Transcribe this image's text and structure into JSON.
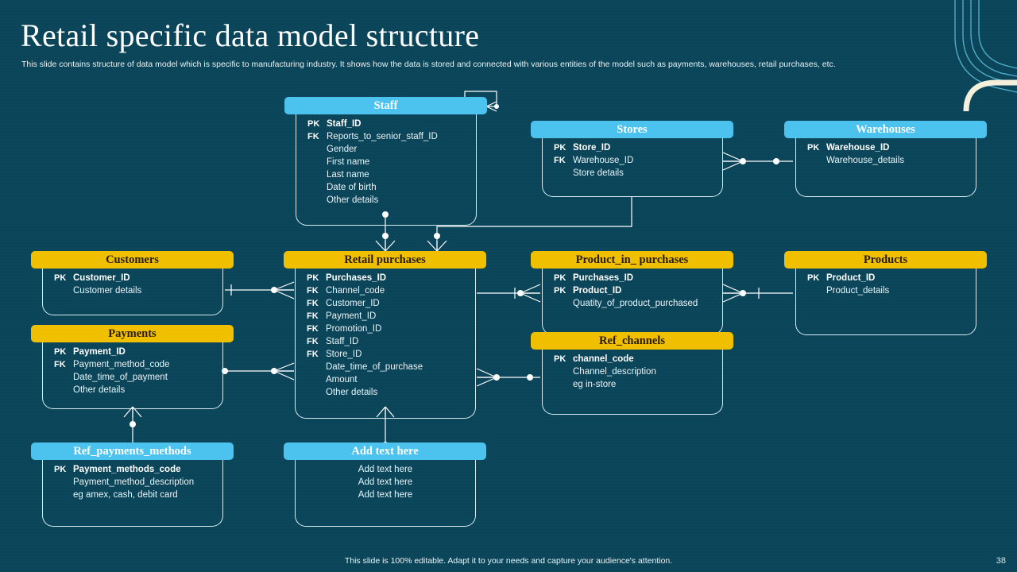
{
  "slide": {
    "title": "Retail specific data model structure",
    "subtitle": "This slide contains structure of data model  which is specific to manufacturing industry. It shows how the data is stored and connected with various entities of the model  such as payments, warehouses, retail purchases, etc.",
    "footer": "This slide is 100% editable. Adapt it to your needs and capture your audience's attention.",
    "page_number": "38",
    "background_color": "#0b4559",
    "accent_blue": "#4cc3ee",
    "accent_gold": "#f0c000"
  },
  "entities": {
    "staff": {
      "title": "Staff",
      "header_color": "#4cc3ee",
      "fields": [
        {
          "key": "PK",
          "name": "Staff_ID"
        },
        {
          "key": "FK",
          "name": "Reports_to_senior_staff_ID"
        },
        {
          "key": "",
          "name": "Gender"
        },
        {
          "key": "",
          "name": "First name"
        },
        {
          "key": "",
          "name": "Last name"
        },
        {
          "key": "",
          "name": "Date of birth"
        },
        {
          "key": "",
          "name": "Other details"
        }
      ]
    },
    "stores": {
      "title": "Stores",
      "header_color": "#4cc3ee",
      "fields": [
        {
          "key": "PK",
          "name": "Store_ID"
        },
        {
          "key": "FK",
          "name": "Warehouse_ID"
        },
        {
          "key": "",
          "name": "Store details"
        }
      ]
    },
    "warehouses": {
      "title": "Warehouses",
      "header_color": "#4cc3ee",
      "fields": [
        {
          "key": "PK",
          "name": "Warehouse_ID"
        },
        {
          "key": "",
          "name": "Warehouse_details"
        }
      ]
    },
    "customers": {
      "title": "Customers",
      "header_color": "#f0c000",
      "fields": [
        {
          "key": "PK",
          "name": "Customer_ID"
        },
        {
          "key": "",
          "name": "Customer details"
        }
      ]
    },
    "retail_purchases": {
      "title": "Retail purchases",
      "header_color": "#f0c000",
      "fields": [
        {
          "key": "PK",
          "name": "Purchases_ID"
        },
        {
          "key": "FK",
          "name": "Channel_code"
        },
        {
          "key": "FK",
          "name": "Customer_ID"
        },
        {
          "key": "FK",
          "name": "Payment_ID"
        },
        {
          "key": "FK",
          "name": "Promotion_ID"
        },
        {
          "key": "FK",
          "name": "Staff_ID"
        },
        {
          "key": "FK",
          "name": "Store_ID"
        },
        {
          "key": "",
          "name": "Date_time_of_purchase"
        },
        {
          "key": "",
          "name": "Amount"
        },
        {
          "key": "",
          "name": "Other details"
        }
      ]
    },
    "product_in_purchases": {
      "title": "Product_in_ purchases",
      "header_color": "#f0c000",
      "fields": [
        {
          "key": "PK",
          "name": "Purchases_ID"
        },
        {
          "key": "PK",
          "name": "Product_ID"
        },
        {
          "key": "",
          "name": "Quatity_of_product_purchased"
        }
      ]
    },
    "products": {
      "title": "Products",
      "header_color": "#f0c000",
      "fields": [
        {
          "key": "PK",
          "name": "Product_ID"
        },
        {
          "key": "",
          "name": "Product_details"
        }
      ]
    },
    "payments": {
      "title": "Payments",
      "header_color": "#f0c000",
      "fields": [
        {
          "key": "PK",
          "name": "Payment_ID"
        },
        {
          "key": "FK",
          "name": "Payment_method_code"
        },
        {
          "key": "",
          "name": "Date_time_of_payment"
        },
        {
          "key": "",
          "name": "Other details"
        }
      ]
    },
    "ref_channels": {
      "title": "Ref_channels",
      "header_color": "#f0c000",
      "fields": [
        {
          "key": "PK",
          "name": "channel_code"
        },
        {
          "key": "",
          "name": "Channel_description"
        },
        {
          "key": "",
          "name": "eg in-store"
        }
      ]
    },
    "ref_payments_methods": {
      "title": "Ref_payments_methods",
      "header_color": "#4cc3ee",
      "fields": [
        {
          "key": "PK",
          "name": "Payment_methods_code"
        },
        {
          "key": "",
          "name": "Payment_method_description"
        },
        {
          "key": "",
          "name": "eg amex, cash, debit card"
        }
      ]
    },
    "add_text_here": {
      "title": "Add text here",
      "header_color": "#4cc3ee",
      "fields": [
        {
          "key": "",
          "name": "Add text here"
        },
        {
          "key": "",
          "name": "Add text here"
        },
        {
          "key": "",
          "name": "Add text here"
        }
      ]
    }
  }
}
